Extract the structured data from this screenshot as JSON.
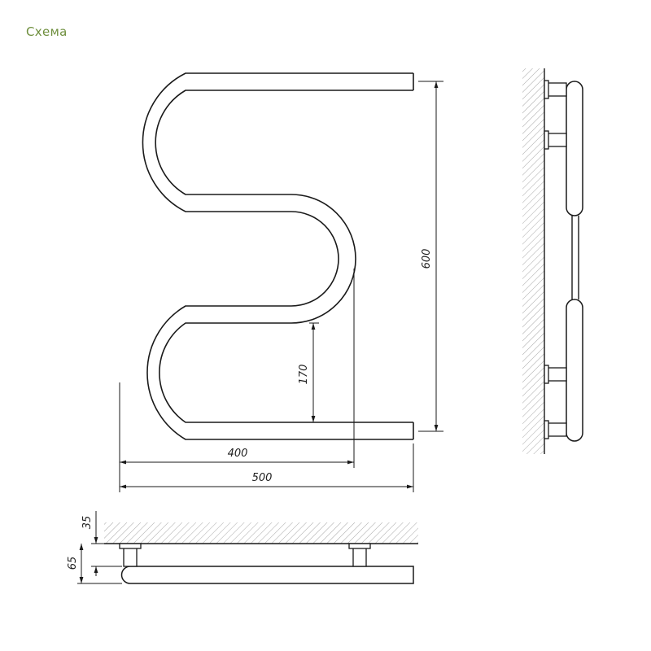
{
  "header": {
    "title": "Схема"
  },
  "dimensions": {
    "total_height": "600",
    "bottom_bend_height": "170",
    "inner_width": "400",
    "total_width": "500",
    "wall_gap": "35",
    "depth": "65"
  },
  "colors": {
    "title": "#6f8f3e",
    "line": "#1a1a1a",
    "hatch": "#9a9a9a"
  }
}
